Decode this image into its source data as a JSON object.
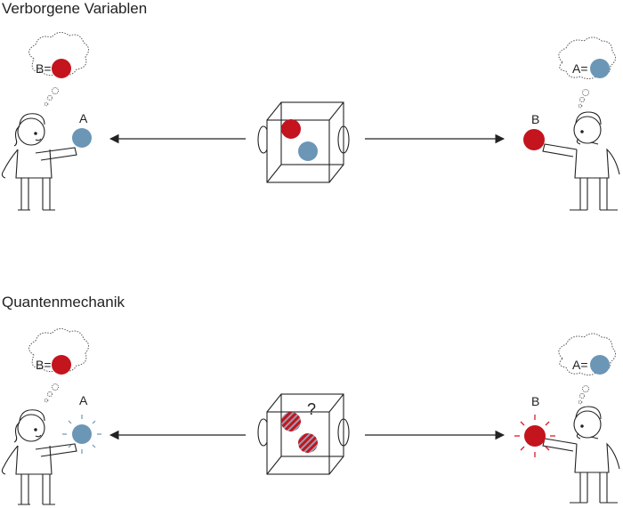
{
  "colors": {
    "red": "#c4141d",
    "blue": "#6b96b6",
    "line": "#222222"
  },
  "sections": [
    {
      "title": "Verborgene Variablen",
      "left_thought": "B=",
      "left_label": "A",
      "right_thought": "A=",
      "right_label": "B",
      "box_mark": ""
    },
    {
      "title": "Quantenmechanik",
      "left_thought": "B=",
      "left_label": "A",
      "right_thought": "A=",
      "right_label": "B",
      "box_mark": "?"
    }
  ],
  "icons": [
    "person-icon",
    "thought-bubble-icon",
    "source-box-icon",
    "arrow-icon",
    "ball-icon",
    "glow-rays-icon"
  ]
}
